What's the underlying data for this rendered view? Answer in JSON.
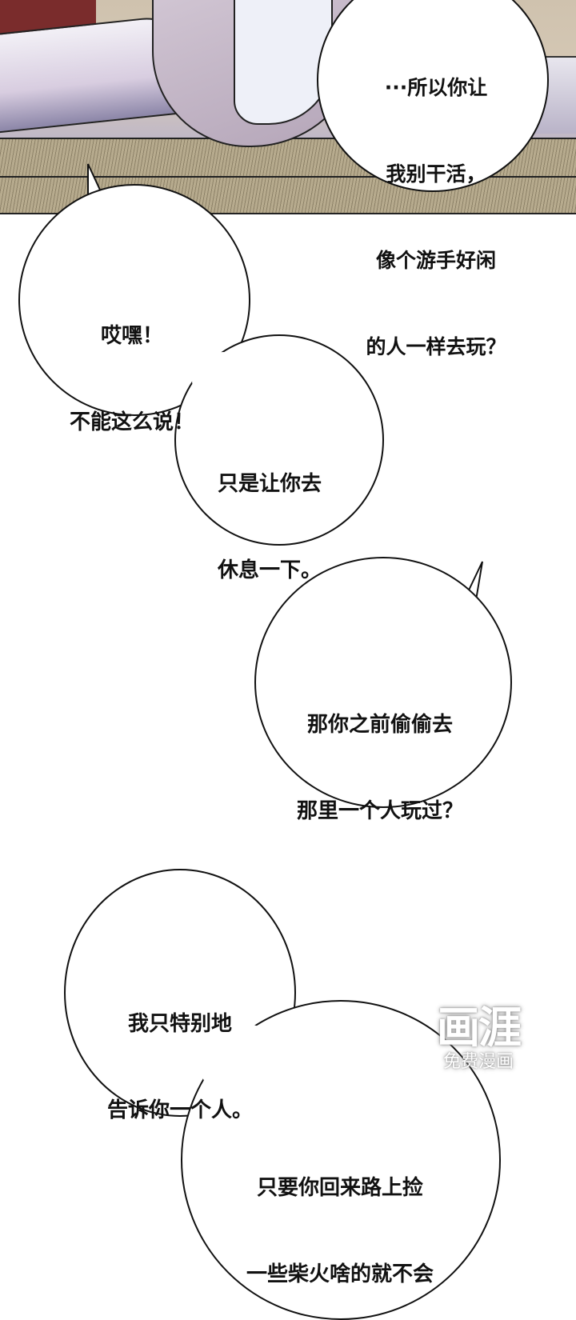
{
  "panel_top": {
    "description": "illustrated scene: figure in lavender robe kneeling on tatami floor",
    "colors": {
      "wall": "#d6c9b6",
      "floor": "#b7ab8e",
      "robe": "#c7bcc6",
      "accent_red": "#7a2c2c"
    }
  },
  "bubbles": [
    {
      "id": "b1",
      "lines": [
        "···所以你让",
        "我别干活，",
        "像个游手好闲",
        "的人一样去玩？"
      ]
    },
    {
      "id": "b2",
      "lines": [
        "哎嘿！",
        "不能这么说！"
      ]
    },
    {
      "id": "b3",
      "lines": [
        "只是让你去",
        "休息一下。"
      ]
    },
    {
      "id": "b4",
      "lines": [
        "那你之前偷偷去",
        "那里一个人玩过？"
      ]
    },
    {
      "id": "b5",
      "lines": [
        "我只特别地",
        "告诉你一个人。"
      ]
    },
    {
      "id": "b6",
      "lines": [
        "只要你回来路上捡",
        "一些柴火啥的就不会"
      ]
    }
  ],
  "watermark": {
    "logo": "画涯",
    "subtitle": "免费漫画"
  }
}
